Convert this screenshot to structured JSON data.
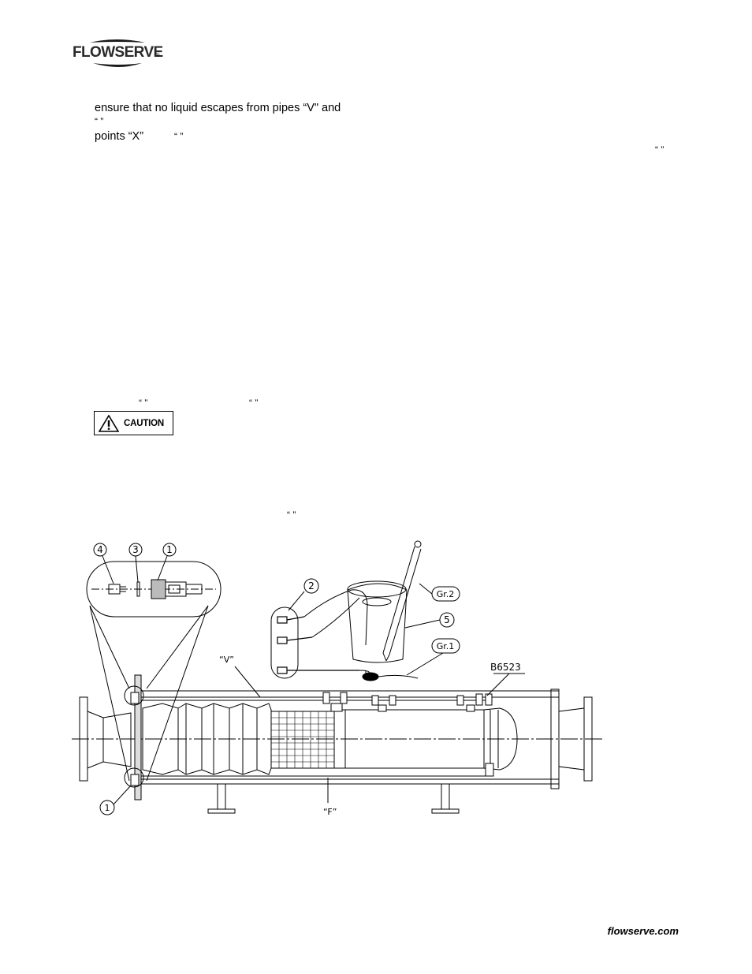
{
  "header": {
    "logo_text": "FLOWSERVE",
    "logo_mark": "®"
  },
  "body": {
    "line1": "ensure that no liquid escapes from pipes “V\" and",
    "line2": "“    ”",
    "line3_a": "points “X”",
    "line3_b": "“    ”",
    "stray_quotes_right": "“    ”",
    "stray_quotes_mid_a": "“    ”",
    "stray_quotes_mid_b": "“    ”",
    "stray_quotes_lower": "“    ”"
  },
  "caution": {
    "label": "CAUTION"
  },
  "figure": {
    "callouts": [
      "4",
      "3",
      "1",
      "2",
      "5",
      "1"
    ],
    "labels": {
      "gr2": "Gr.2",
      "gr1": "Gr.1",
      "drawing_no": "B6523",
      "pipe_v": "“V”",
      "pipe_f": "“F”"
    }
  },
  "footer": {
    "site": "flowserve.com"
  }
}
